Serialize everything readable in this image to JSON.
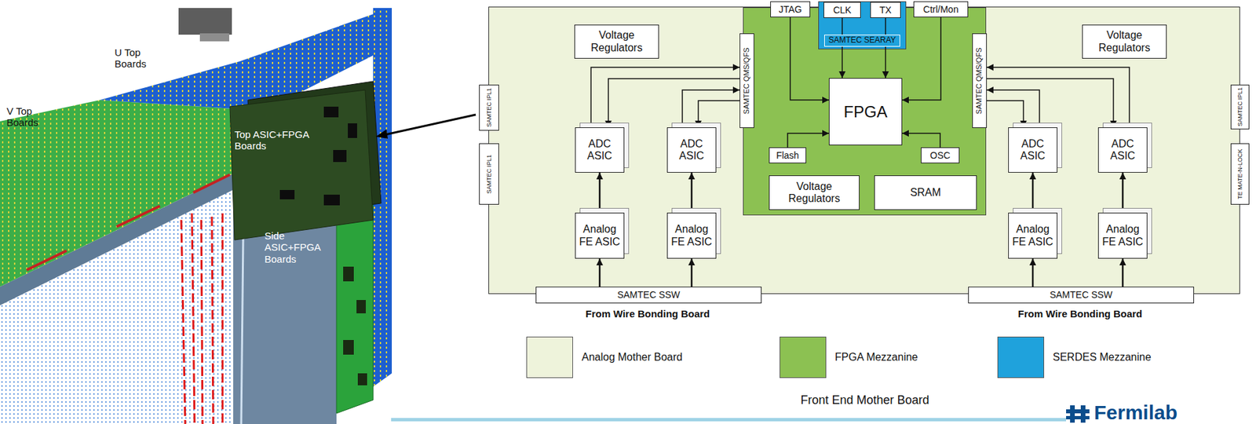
{
  "diagram": {
    "caption": "Front End Mother Board",
    "nodes": [
      {
        "text": []
      },
      {
        "text": [
          "SAMTEC IPL1"
        ],
        "in": 0
      },
      {
        "text": [
          "SAMTEC IPL1"
        ],
        "in": 0
      },
      {
        "text": [
          "Voltage Regulators"
        ],
        "in": 0
      },
      {
        "text": [
          "ADC ASIC"
        ],
        "in": 0
      },
      {
        "text": [
          "ADC ASIC"
        ],
        "in": 0
      },
      {
        "text": [
          "Analog FE ASIC"
        ],
        "in": 0
      },
      {
        "text": [
          "Analog FE ASIC"
        ],
        "in": 0
      },
      {
        "text": [
          "SAMTEC SSW"
        ],
        "in": 0
      },
      {
        "text": [],
        "in": 0
      },
      {
        "text": [
          "SAMTEC QMS/QFS"
        ],
        "in": 9
      },
      {
        "text": [
          "SAMTEC QMS/QFS"
        ],
        "in": 9
      },
      {
        "text": [
          "JTAG"
        ],
        "in": 9
      },
      {
        "text": [
          "SAMTEC SEARAY"
        ],
        "in": 9
      },
      {
        "text": [
          "CLK"
        ],
        "in": 13
      },
      {
        "text": [
          "TX"
        ],
        "in": 13
      },
      {
        "text": [
          "Ctrl/Mon"
        ],
        "in": 9
      },
      {
        "text": [
          "FPGA"
        ],
        "in": 9
      },
      {
        "text": [
          "Flash"
        ],
        "in": 9
      },
      {
        "text": [
          "OSC"
        ],
        "in": 9
      },
      {
        "text": [
          "Voltage Regulators"
        ],
        "in": 9
      },
      {
        "text": [
          "SRAM"
        ],
        "in": 9
      },
      {
        "text": [
          "Voltage Regulators"
        ],
        "in": 0
      },
      {
        "text": [
          "ADC ASIC"
        ],
        "in": 0
      },
      {
        "text": [
          "ADC ASIC"
        ],
        "in": 0
      },
      {
        "text": [
          "Analog FE ASIC"
        ],
        "in": 0
      },
      {
        "text": [
          "Analog FE ASIC"
        ],
        "in": 0
      },
      {
        "text": [
          "SAMTEC SSW"
        ],
        "in": 0
      },
      {
        "text": [
          "SAMTEC IPL1"
        ],
        "in": 0
      },
      {
        "text": [
          "TE MATE-N-LOCK"
        ],
        "in": 0
      }
    ],
    "edges": [
      {
        "from": 6,
        "to": 4,
        "arrow": "to"
      },
      {
        "from": 7,
        "to": 5,
        "arrow": "to"
      },
      {
        "from": 8,
        "to": 6,
        "arrow": "to"
      },
      {
        "from": 8,
        "to": 7,
        "arrow": "to"
      },
      {
        "from": 4,
        "to": 10,
        "arrow": "to"
      },
      {
        "from": 10,
        "to": 4,
        "arrow": "to"
      },
      {
        "from": 5,
        "to": 10,
        "arrow": "to"
      },
      {
        "from": 10,
        "to": 5,
        "arrow": "to"
      },
      {
        "from": 25,
        "to": 23,
        "arrow": "to"
      },
      {
        "from": 26,
        "to": 24,
        "arrow": "to"
      },
      {
        "from": 27,
        "to": 25,
        "arrow": "to"
      },
      {
        "from": 27,
        "to": 26,
        "arrow": "to"
      },
      {
        "from": 23,
        "to": 11,
        "arrow": "to"
      },
      {
        "from": 11,
        "to": 23,
        "arrow": "to"
      },
      {
        "from": 24,
        "to": 11,
        "arrow": "to"
      },
      {
        "from": 11,
        "to": 24,
        "arrow": "to"
      },
      {
        "from": 12,
        "to": 17,
        "arrow": "to"
      },
      {
        "from": 14,
        "to": 17,
        "arrow": "to"
      },
      {
        "from": 15,
        "to": 17,
        "arrow": "to"
      },
      {
        "from": 16,
        "to": 17,
        "arrow": "to"
      },
      {
        "from": 18,
        "to": 17,
        "arrow": "to"
      },
      {
        "from": 19,
        "to": 17,
        "arrow": "to"
      }
    ],
    "labels": [
      "U Top Boards",
      "V Top Boards",
      "Top ASIC+FPGA Boards",
      "Side ASIC+FPGA Boards",
      "From Wire Bonding Board",
      "From Wire Bonding Board",
      "Fermilab"
    ],
    "legend": [
      {
        "text": "Analog Mother Board",
        "color": "#eef3db"
      },
      {
        "text": "FPGA Mezzanine",
        "color": "#8cc152"
      },
      {
        "text": "SERDES Mezzanine",
        "color": "#1fa2dc"
      }
    ]
  }
}
